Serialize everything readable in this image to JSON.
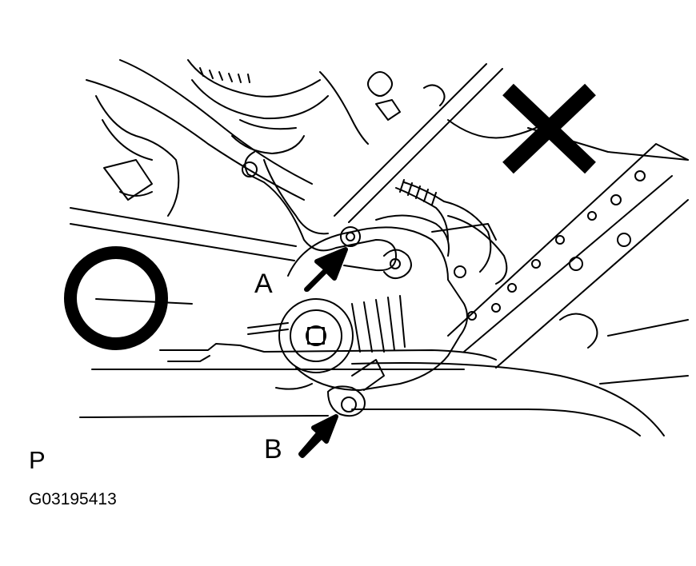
{
  "callouts": {
    "a": "A",
    "b": "B"
  },
  "view_marker": "P",
  "figure_id": "G03195413",
  "symbols": {
    "correct": "circle-o-icon",
    "incorrect": "cross-x-icon"
  }
}
